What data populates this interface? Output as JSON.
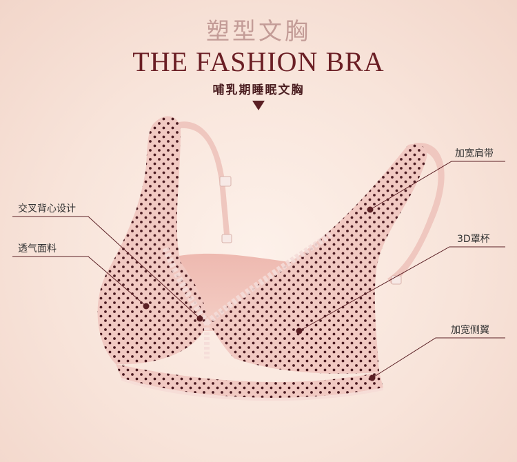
{
  "header": {
    "title_cn": "塑型文胸",
    "title_en": "THE FASHION BRA",
    "subtitle": "哺乳期睡眠文胸"
  },
  "labels": {
    "cross_back": "交叉背心设计",
    "breathable": "透气面料",
    "wide_strap": "加宽肩带",
    "cup_3d": "3D罩杯",
    "wide_side": "加宽侧翼"
  },
  "colors": {
    "background": "#f8e4da",
    "fabric": "#f1c9c2",
    "dot": "#4a1a20",
    "title_dark": "#6b1f25",
    "title_light": "#c39c97"
  }
}
